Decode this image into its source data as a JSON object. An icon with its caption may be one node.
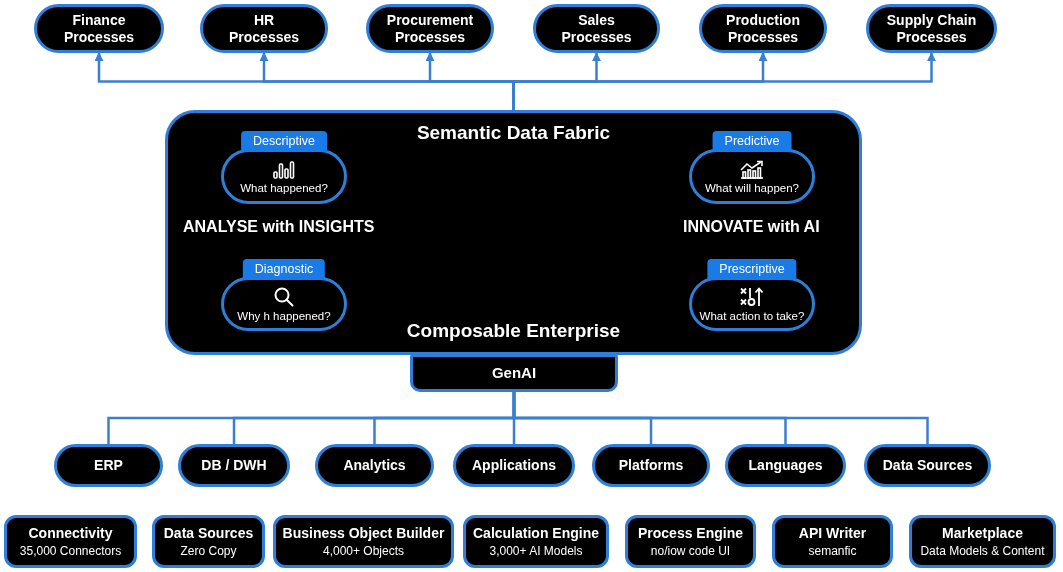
{
  "diagram": {
    "nodes": [
      {
        "text": [
          "Finance Processes"
        ]
      },
      {
        "text": [
          "HR Processes"
        ]
      },
      {
        "text": [
          "Procurement Processes"
        ]
      },
      {
        "text": [
          "Sales Processes"
        ]
      },
      {
        "text": [
          "Production Processes"
        ]
      },
      {
        "text": [
          "Supply Chain Processes"
        ]
      },
      {
        "text": [
          "Semantic Data Fabric",
          "ANALYSE with INSIGHTS",
          "INNOVATE with AI",
          "Composable Enterprise"
        ]
      },
      {
        "text": [
          "Descriptive",
          "What happened?"
        ],
        "in": 6
      },
      {
        "text": [
          "Predictive",
          "What will happen?"
        ],
        "in": 6
      },
      {
        "text": [
          "Diagnostic",
          "Why h happened?"
        ],
        "in": 6
      },
      {
        "text": [
          "Prescriptive",
          "What action to take?"
        ],
        "in": 6
      },
      {
        "text": [
          "GenAI"
        ]
      },
      {
        "text": [
          "ERP"
        ]
      },
      {
        "text": [
          "DB / DWH"
        ]
      },
      {
        "text": [
          "Analytics"
        ]
      },
      {
        "text": [
          "Applications"
        ]
      },
      {
        "text": [
          "Platforms"
        ]
      },
      {
        "text": [
          "Languages"
        ]
      },
      {
        "text": [
          "Data Sources"
        ]
      },
      {
        "text": [
          "Connectivity",
          "35,000 Connectors"
        ]
      },
      {
        "text": [
          "Data Sources",
          "Zero Copy"
        ]
      },
      {
        "text": [
          "Business Object Builder",
          "4,000+ Objects"
        ]
      },
      {
        "text": [
          "Calculation Engine",
          "3,000+ AI Models"
        ]
      },
      {
        "text": [
          "Process Engine",
          "no/iow code UI"
        ]
      },
      {
        "text": [
          "API Writer",
          "semanfic"
        ]
      },
      {
        "text": [
          "Marketplace",
          "Data Models & Content"
        ]
      }
    ],
    "edges": [
      {
        "from": 6,
        "to": 0,
        "arrow": "to"
      },
      {
        "from": 6,
        "to": 1,
        "arrow": "to"
      },
      {
        "from": 6,
        "to": 2,
        "arrow": "to"
      },
      {
        "from": 6,
        "to": 3,
        "arrow": "to"
      },
      {
        "from": 6,
        "to": 4,
        "arrow": "to"
      },
      {
        "from": 6,
        "to": 5,
        "arrow": "to"
      },
      {
        "from": 11,
        "to": 12,
        "arrow": "none"
      },
      {
        "from": 11,
        "to": 13,
        "arrow": "none"
      },
      {
        "from": 11,
        "to": 14,
        "arrow": "none"
      },
      {
        "from": 11,
        "to": 15,
        "arrow": "none"
      },
      {
        "from": 11,
        "to": 16,
        "arrow": "none"
      },
      {
        "from": 11,
        "to": 17,
        "arrow": "none"
      },
      {
        "from": 11,
        "to": 18,
        "arrow": "none"
      }
    ]
  }
}
